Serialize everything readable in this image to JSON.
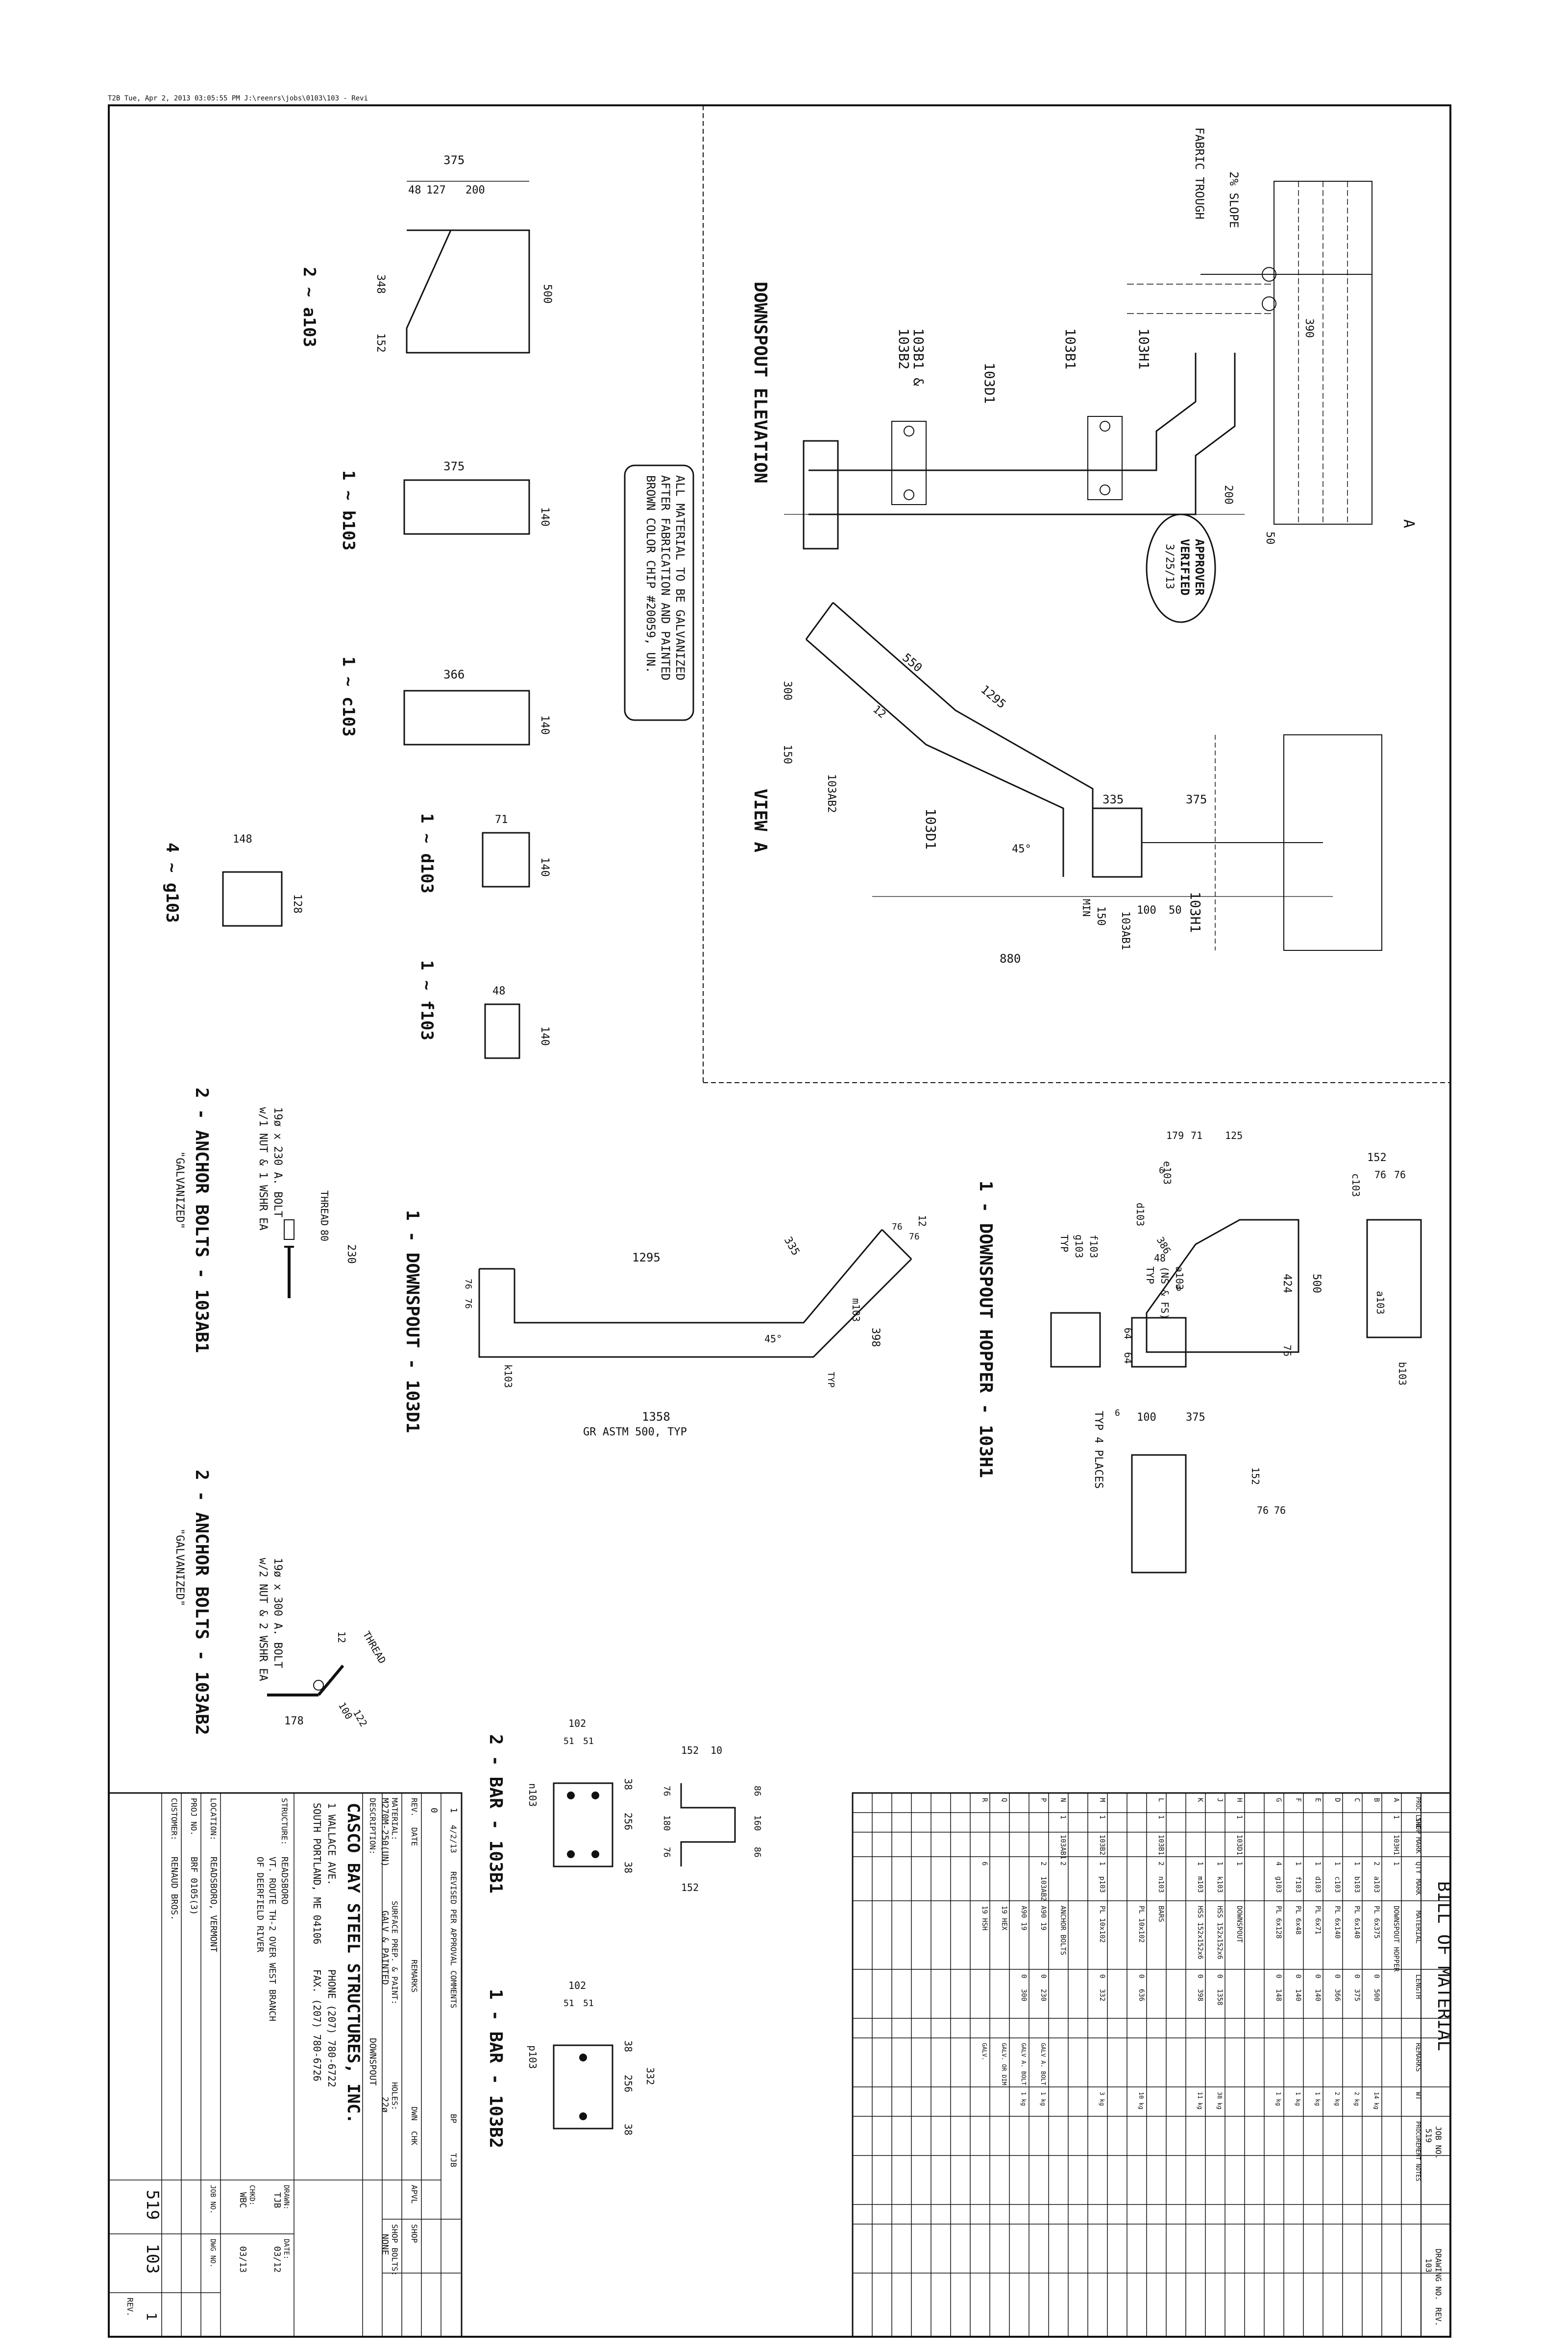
{
  "header": {
    "print_stamp": "T2B    Tue, Apr 2, 2013 03:05:55 PM     J:\\reenrs\\jobs\\0103\\103 - Revi"
  },
  "notes": {
    "galvanize_note": [
      "ALL MATERIAL TO BE GALVANIZED",
      "AFTER FABRICATION AND PAINTED",
      "BROWN COLOR CHIP #20059, UN."
    ],
    "approver": [
      "APPROVER",
      "VERIFIED",
      "3/25/13"
    ]
  },
  "plates": {
    "a103": {
      "title": "2 ~ a103",
      "dims": [
        "375",
        "48",
        "127",
        "200",
        "348",
        "152",
        "500"
      ]
    },
    "b103": {
      "title": "1 ~ b103",
      "dims": [
        "375",
        "140"
      ]
    },
    "c103": {
      "title": "1 ~ c103",
      "dims": [
        "366",
        "140"
      ]
    },
    "d103": {
      "title": "1 ~ d103",
      "dims": [
        "71",
        "140"
      ]
    },
    "f103": {
      "title": "1 ~ f103",
      "dims": [
        "48",
        "140"
      ]
    },
    "g103": {
      "title": "4 ~ g103",
      "dims": [
        "148",
        "128"
      ]
    }
  },
  "downspout_elevation": {
    "title": "DOWNSPOUT ELEVATION",
    "labels": [
      "FABRIC TROUGH",
      "2% SLOPE",
      "103H1",
      "103B1",
      "103D1",
      "103B1 &",
      "103B2",
      "A"
    ],
    "dims": [
      "390",
      "200",
      "50"
    ]
  },
  "view_a": {
    "title": "VIEW A",
    "labels": [
      "103D1",
      "103AB2",
      "103H1",
      "103AB1",
      "45°",
      "MIN"
    ],
    "dims": [
      "550",
      "1295",
      "300",
      "150",
      "335",
      "375",
      "150",
      "100",
      "50",
      "880",
      "12"
    ]
  },
  "downspout_hopper": {
    "title": "1 - DOWNSPOUT HOPPER - 103H1",
    "labels": [
      "c103",
      "a103",
      "b103",
      "e103",
      "d103",
      "f103",
      "g103",
      "TYP",
      "a103",
      "(NS & FS)",
      "TYP",
      "TYP 4 PLACES"
    ],
    "dims": [
      "152",
      "76",
      "76",
      "179",
      "71",
      "125",
      "424",
      "500",
      "76",
      "386",
      "48",
      "100",
      "375",
      "152",
      "76",
      "76",
      "64",
      "64",
      "6",
      "6",
      "6"
    ]
  },
  "downspout": {
    "title": "1 - DOWNSPOUT - 103D1",
    "labels": [
      "k103",
      "m103",
      "45°",
      "TYP"
    ],
    "dims": [
      "1295",
      "76",
      "76",
      "335",
      "398",
      "1358",
      "12",
      "76",
      "76"
    ],
    "note": "GR ASTM 500, TYP"
  },
  "anchor_bolt_1": {
    "title": "2 - ANCHOR BOLTS - 103AB1",
    "sub": "\"GALVANIZED\"",
    "desc": [
      "19ø x 230 A. BOLT",
      "w/1 NUT & 1 WSHR EA"
    ],
    "labels": [
      "THREAD",
      "80"
    ],
    "dims": [
      "230"
    ]
  },
  "anchor_bolt_2": {
    "title": "2 - ANCHOR BOLTS - 103AB2",
    "sub": "\"GALVANIZED\"",
    "desc": [
      "19ø x 300 A. BOLT",
      "w/2 NUT & 2 WSHR EA"
    ],
    "labels": [
      "THREAD"
    ],
    "dims": [
      "178",
      "100",
      "122",
      "12"
    ]
  },
  "bar_103b1": {
    "title": "2 - BAR - 103B1",
    "labels": [
      "n103",
      "38",
      "256",
      "38"
    ],
    "dims": [
      "102",
      "51",
      "51",
      "152",
      "10",
      "76",
      "180",
      "76",
      "86",
      "160",
      "86",
      "152"
    ]
  },
  "bar_103b2": {
    "title": "1 - BAR - 103B2",
    "labels": [
      "p103",
      "38",
      "256",
      "38"
    ],
    "dims": [
      "102",
      "51",
      "51",
      "332"
    ]
  },
  "bom": {
    "title": "BILL OF MATERIAL",
    "job_label": "JOB NO.",
    "job_no": "519",
    "dwg_label": "DRAWING NO.",
    "dwg_no": "103",
    "rev_label": "REV.",
    "col_headers": [
      "SHOP",
      "PROC LINE",
      "MARK",
      "QTY",
      "MARK",
      "MATERIAL",
      "LENGTH",
      "REMARKS",
      "WT",
      "PROCUREMENT NOTES"
    ],
    "rows": [
      [
        "1",
        "A",
        "103H1",
        "1",
        "",
        "DOWNSPOUT HOPPER",
        "",
        "",
        "",
        ""
      ],
      [
        "",
        "B",
        "",
        "2",
        "a103",
        "PL 6x375",
        "0",
        "500",
        "",
        "14 kg"
      ],
      [
        "",
        "C",
        "",
        "1",
        "b103",
        "PL 6x140",
        "0",
        "375",
        "",
        "2 kg"
      ],
      [
        "",
        "D",
        "",
        "1",
        "c103",
        "PL 6x140",
        "0",
        "366",
        "",
        "2 kg"
      ],
      [
        "",
        "E",
        "",
        "1",
        "d103",
        "PL 6x71",
        "0",
        "140",
        "",
        "1 kg"
      ],
      [
        "",
        "F",
        "",
        "1",
        "f103",
        "PL 6x48",
        "0",
        "140",
        "",
        "1 kg"
      ],
      [
        "",
        "G",
        "",
        "4",
        "g103",
        "PL 6x128",
        "0",
        "148",
        "",
        "1 kg"
      ],
      [
        "1",
        "H",
        "103D1",
        "1",
        "",
        "DOWNSPOUT",
        "",
        "",
        "",
        ""
      ],
      [
        "",
        "J",
        "",
        "1",
        "k103",
        "HSS 152x152x6",
        "0",
        "1358",
        "",
        "38 kg"
      ],
      [
        "",
        "K",
        "",
        "1",
        "m103",
        "HSS 152x152x6",
        "0",
        "398",
        "",
        "11 kg"
      ],
      [
        "1",
        "L",
        "103B1",
        "2",
        "n103",
        "BARS",
        "",
        "",
        "",
        ""
      ],
      [
        "",
        "",
        "",
        "",
        "",
        "PL 10x102",
        "0",
        "636",
        "",
        "10 kg"
      ],
      [
        "1",
        "M",
        "103B2",
        "1",
        "p103",
        "PL 10x102",
        "0",
        "332",
        "",
        "3 kg"
      ],
      [
        "1",
        "N",
        "103AB1",
        "2",
        "",
        "ANCHOR BOLTS",
        "",
        "",
        "",
        ""
      ],
      [
        "",
        "P",
        "",
        "2",
        "103AB2",
        "A90 19",
        "0",
        "230",
        "GALV A. BOLT",
        "1 kg"
      ],
      [
        "",
        "",
        "",
        "",
        "",
        "A90 19",
        "0",
        "300",
        "GALV A. BOLT",
        "1 kg"
      ],
      [
        "",
        "Q",
        "",
        "",
        "",
        "19 HEX",
        "",
        "",
        "GALV. OR DIM",
        ""
      ],
      [
        "",
        "R",
        "",
        "6",
        "",
        "19 HSH",
        "",
        "",
        "GALV.",
        ""
      ]
    ]
  },
  "title_block": {
    "revisions": [
      {
        "rev": "1",
        "date": "4/2/13",
        "remarks": "REVISED PER APPROVAL COMMENTS",
        "dwn": "BP",
        "chk": "TJB"
      },
      {
        "rev": "0",
        "date": "",
        "remarks": "",
        "dwn": "",
        "chk": ""
      }
    ],
    "rev_headers": [
      "REV.",
      "DATE",
      "REMARKS",
      "DWN",
      "CHK",
      "APVL",
      "SHOP"
    ],
    "material_label": "MATERIAL:",
    "material": "M270M-250(UN)",
    "surface_label": "SURFACE PREP. & PAINT:",
    "surface": "GALV & PAINTED",
    "holes_label": "HOLES:",
    "holes": "22ø",
    "shop_bolts_label": "SHOP BOLTS:",
    "shop_bolts": "NONE",
    "description_label": "DESCRIPTION:",
    "description": "DOWNSPOUT",
    "company": "CASCO BAY STEEL STRUCTURES, INC.",
    "address": [
      "1 WALLACE AVE.",
      "SOUTH PORTLAND, ME 04106"
    ],
    "phone": "PHONE (207) 780-6722",
    "fax": "FAX. (207) 780-6726",
    "structure_label": "STRUCTURE:",
    "structure": [
      "READSBORO",
      "VT. ROUTE TH-2 OVER WEST BRANCH",
      "OF DEERFIELD RIVER"
    ],
    "location_label": "LOCATION:",
    "location": "READSBORO, VERMONT",
    "proj_label": "PROJ NO.",
    "proj": "BRF 0105(3)",
    "customer_label": "CUSTOMER:",
    "customer": "RENAUD BROS.",
    "drawn_label": "DRAWN:",
    "drawn": "TJB",
    "drawn_date_label": "DATE:",
    "drawn_date": "03/12",
    "chkd_label": "CHKD:",
    "chkd": "WBC",
    "chkd_date": "03/13",
    "job_no_label": "JOB NO.",
    "job_no": "519",
    "dwg_no_label": "DWG NO.",
    "dwg_no": "103",
    "rev_label": "REV.",
    "rev": "1"
  }
}
